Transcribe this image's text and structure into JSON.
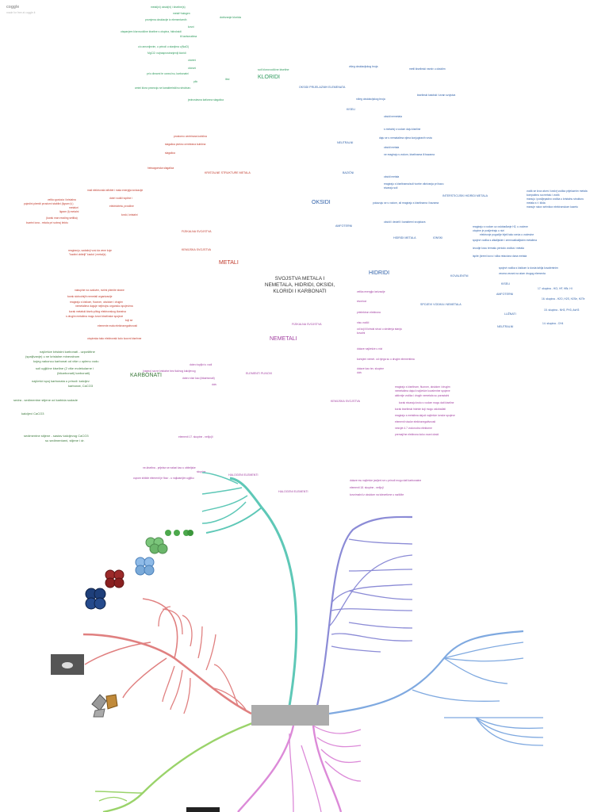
{
  "header": {
    "title": "coggle",
    "subtitle": "made for free at coggle.it"
  },
  "root": {
    "line1": "SVOJSTVA METALA I",
    "line2": "NEMETALA, HIDRIDI, OKSIDI,",
    "line3": "KLORIDI I KARBONATI"
  },
  "kloridi": {
    "title": "KLORIDI",
    "dobivanje": "dobivanje klorida",
    "items": [
      "metal(ni) oksid(ni) i kiseline(s)",
      "metal+halogen",
      "promjena oksidacije iz elementarnih",
      "kovni",
      "otapanjem klorovodične kiseline s otopina, hidroksidi",
      "ili karbonatima",
      "u/o amonijevim, u prirodi u stanjima u(NaCl)",
      "MgCl2: najrasprostranjeniji kloridi",
      "otoreni",
      "otoruni",
      "pr/o dimarni te ovoručnu, karbonatni",
      "pilo",
      "amini klora povezuju se karakterističnu strukturu",
      "jednostavna kationna slagalica"
    ],
    "soli": "soli klorovodične kiseline",
    "ibsi": "ibsi"
  },
  "oksidi_prijelaznih": {
    "title": "OKSIDI PRIJELAZNIH ELEMENATA",
    "viši": "višeg oksidacijskog broja",
    "niži": "nižeg oksidacijskog broja",
    "kiseli_note": "metil kiselinski nsrstv u oksidim",
    "kiselo": "kiselinski katolski i izvan svojstva"
  },
  "kiseli_label": "KISELI",
  "oksidi": {
    "title": "OKSIDI",
    "neutralni": "NEUTRALNI",
    "bazicni": "BAZIČNI",
    "amfoterni": "AMFOTERNI",
    "neutral_items": [
      "oksidi nemetala",
      "s metalnij s vodom daju kiseline",
      "daju se s nematalima njima konjugiranih vrsta",
      "oksidi metala",
      "ne reagiraju s vodom, kiselinama ili bazama"
    ],
    "bazicni_items": [
      "oksidi metala",
      "reagiraju s kiselinama/soli tvorbe otkrivanja pri bazu",
      "stvaraju soli"
    ],
    "amfoterni_items": [
      "pokazuju se s vodom, ali reagiraju s kiselinama i bazama",
      "oksidi i deutrili i karakterni svojstava"
    ],
    "kristalne": "KRISTALNE STRUKTURE METALA",
    "krist_items": [
      "prostorno centrirana kubična",
      "slagalica plošno centrirana kubična",
      "slagalica",
      "heksagonska slagalica"
    ]
  },
  "metali": {
    "title": "METALI",
    "fizikalna": "FIZIKALNA SVOJSTVA",
    "kemijska": "KEMIJSKA SVOJSTVA",
    "fiz_items": [
      "mali elektronski afinitet i mala energija ionizacije",
      "dobri vodiči topline i",
      "elektriciteta, prosiline",
      "kovki, kristalni",
      "veliko gustoća i kristalna",
      "pojedini plemiti prostorni stabilni (ligram |t.)",
      "metaluri",
      "ligram |t) metalni",
      "(korak man reading setilka)",
      "kvartni iona - rekola pri sobnoj tinktu"
    ],
    "kem_items": [
      "reagiranju, sadašnji vosi da vene koje",
      "\"kaotini obitelji\" kaokd | metal(s)"
    ]
  },
  "nemetali": {
    "title": "NEMETALI",
    "fizikalna": "FIZIKALNA SVOJSTVA",
    "kemijska": "KEMIJSKA SVOJSTVA",
    "elementi": "ELEMENTI PLINOVI",
    "fiz_items": [
      "velika energija ionizacije",
      "stvorioci",
      "prielektron elektrona",
      "nisu vodiči",
      "od koji ili kristal struci u siedenja stanja",
      "kovalni"
    ],
    "left_items": [
      "nakupine na ovakvim, nizimi plemite strane",
      "korak slobodnijih nemetali organizacije",
      "reagiraju s kisikom, fluorom, oksidom i drugim",
      "nemetalima duguje nejbrojnu organsku spojevima",
      "korak metalski kiselu plitog elektronskog članstva",
      "s drugim metalima mogu kovni kiselinske spojeve",
      "koji se",
      "elemente mala elektronegativnosti",
      "otopinska tako elektronski kolo koovni kiselnne"
    ],
    "kem_items": [
      "reagiraju s kiselinom, fluorom, oksidom i drugim",
      "nemetalima dajući najčešće kovalentne spojeve",
      "aktivnije vodika i drugih nemetala su porastalni",
      "korak stvaraju krutu s vodom mogu dati kiseline",
      "korak kiselinski hidride koji mogu oslobađati",
      "reagiraju s metalima dajući najčešće ionske spojeve",
      "elementi visoke elektronegativnosti",
      "nesvjet 4.7 vodorodno elektorne",
      "premaji/ne elektrona koko ovani oksid"
    ],
    "plin_items": [
      "dolaze najčešće u nizi",
      "korisjeni nemet. od njega su u drugim elementima",
      "dolaze kao tzv. skupine",
      "dolv"
    ],
    "elementi_note": "elementi 17. skupine - nelijo(li"
  },
  "hidridi": {
    "title": "HIDRIDI",
    "metala": "HIDRIDI METALA",
    "ionski": "IONSKI",
    "kovalentni": "KOVALENTNI",
    "intersticijski": "INTERSTICIJSKI HIDRIDI METALA",
    "spojevi": "SPOJEVI VODIKA I NEMETALA",
    "kiseli": "KISELI",
    "amfoterni": "AMFOTERNI",
    "luzinati": "LUŽNATI",
    "neutralni": "NEUTRALNI",
    "inter_items": [
      "vodik se kroz atom i kovkrj vodika prijelaznim metala",
      "kompaktnu sa metalu i vodik",
      "manuju i poslijepadno vodika u kristalnu strukturu",
      "metala s t i klida",
      "manuje rukov sehnikov elektronskom kazetu"
    ],
    "ionski_items": [
      "reagiraju s vodom uz oslobađanje H2, u vodene",
      "otopine je posljeriraju u nizi",
      "elektronje pogodije bijeli tako sreća o vodesine",
      "spojevi vodika s alkalijskim i zemnoalkalijskim metalima",
      "izvodje kovu termalu periodo vodika i metala",
      "ispite (kremi kovo i slika relaciona dana metala"
    ],
    "kov_items": [
      "spojevi vodika s kisikom iz dosta tahlja kovalentnim",
      "veoma vezani na atom drugog elementa"
    ],
    "skupine": [
      "17. skupina - HCl, HF, HBr, HI",
      "16. skupina - H2O, H2S, H2Se, H2Te",
      "15. skupina - NH3, PH3, AsH3",
      "14. skupina - CH4"
    ]
  },
  "karbonati": {
    "title": "KARBONATI",
    "items": [
      "najčešće kristalni karbonati - uzpoštitne",
      "(spaljivanje) u ne kristalne mineralnom",
      "kojeg nakoncu karbonat od više u uplenu vodu",
      "soli ugljične kiseline (2 više molekularne i",
      "(bikarbonati) karbonati)",
      "najčešći spoj karbonata u prirodi: kalcijev",
      "karbonat, CaCO3"
    ],
    "mid_items": [
      "dobro topljivi u vodi",
      "(vapno) sa ne kristalne bez tlačnog kalcijevog",
      "dobro vise kao (bikarbonati)",
      "dolv"
    ],
    "bot_items": [
      "sedra - sedimentne stijene od karbida sodade",
      "kalcijevi CaCO3",
      "sedimentne stijene - sastav kalcijevog CaCO3",
      "su sedimentarni, stijene i dr."
    ]
  },
  "lower": {
    "halogeni1": "HALOGENI ELEMENTI",
    "halogeni2": "HALOGENI ELEMENTI",
    "h_items": [
      "ne-kiselina - prijelaz se nalazi kao u obiteljske",
      "skupina",
      "cupom shikite elementi je flour - u najkasnijim ugljiku"
    ],
    "h2_items": [
      "dolaze mu najčešće javljeni se u prirodi mogu dati karbonatne",
      "elementi 18. skupine - nelijo(l",
      "kovnimalni iz oksidom na tolezetivne u različite"
    ]
  },
  "colors": {
    "teal": "#5ec8b7",
    "purple": "#8b8bd6",
    "blue": "#7fa9e0",
    "red": "#e08080",
    "green": "#9ad36a",
    "pink": "#dc8ad8",
    "box": "#acacac"
  }
}
